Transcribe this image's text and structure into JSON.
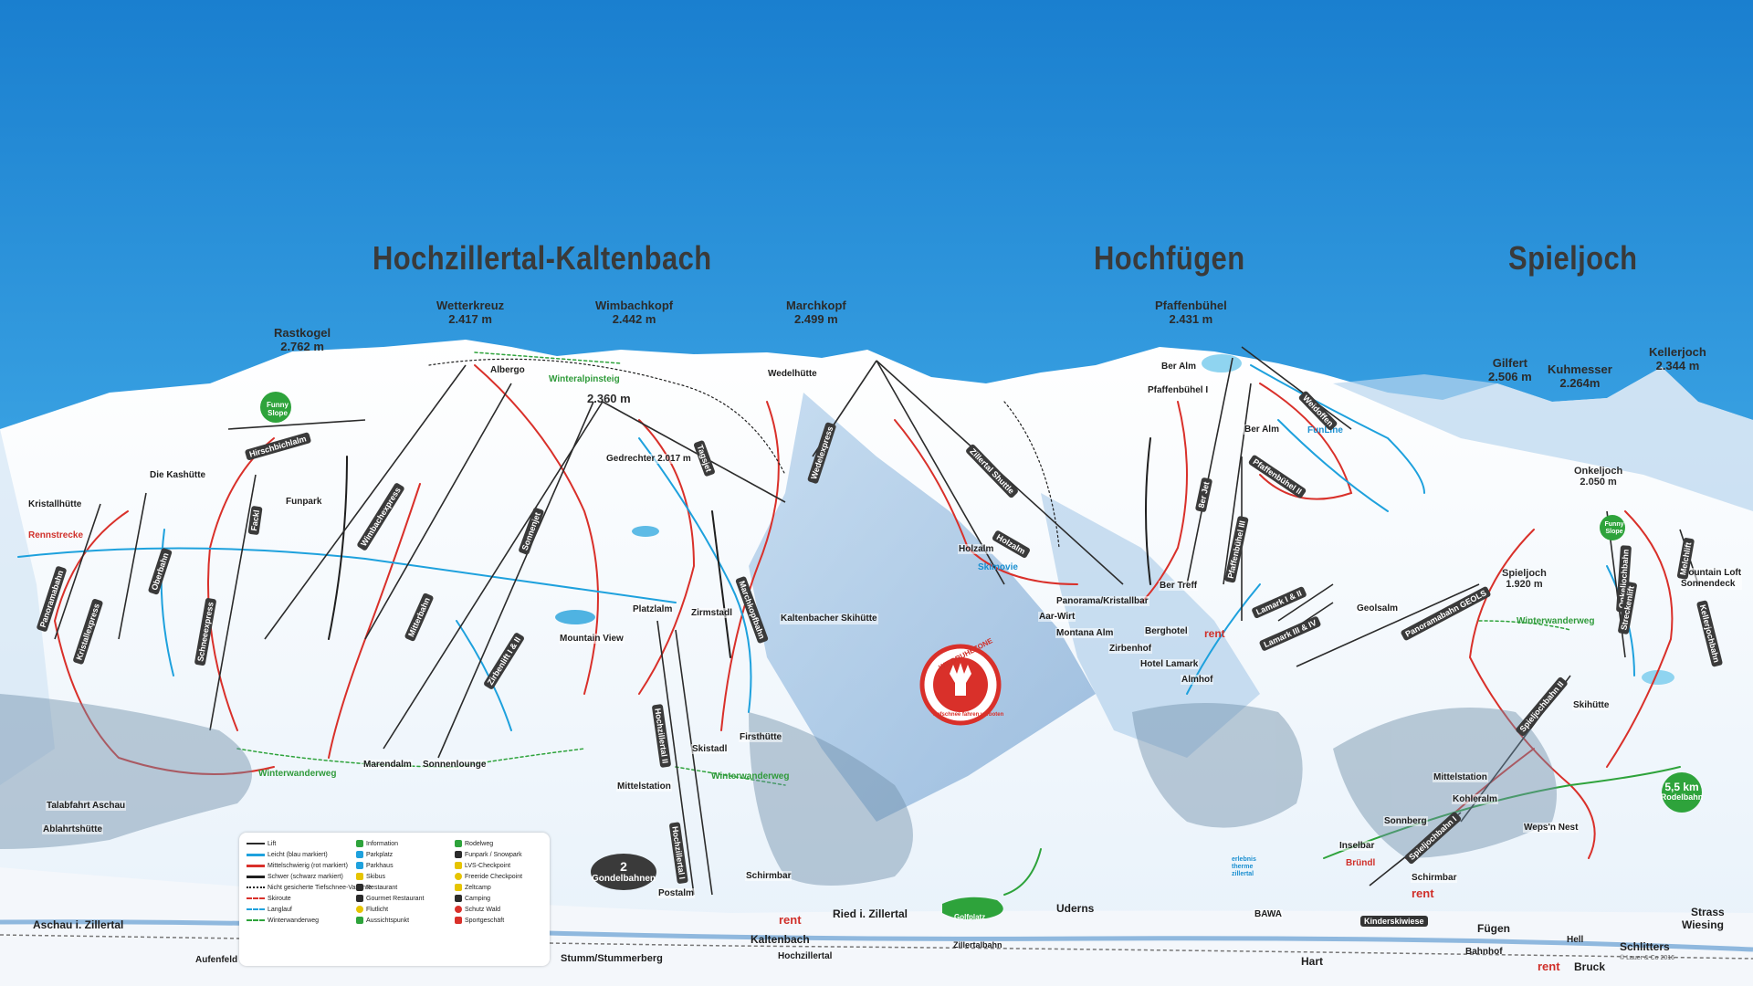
{
  "regions": {
    "kaltenbach": "Hochzillertal-Kaltenbach",
    "hochfuegen": "Hochfügen",
    "spieljoch": "Spieljoch"
  },
  "peaks": {
    "rastkogel": {
      "name": "Rastkogel",
      "alt": "2.762 m"
    },
    "wetterkreuz": {
      "name": "Wetterkreuz",
      "alt": "2.417 m"
    },
    "wimbachkopf": {
      "name": "Wimbachkopf",
      "alt": "2.442 m"
    },
    "marchkopf": {
      "name": "Marchkopf",
      "alt": "2.499 m"
    },
    "pfaffenbuehel": {
      "name": "Pfaffenbühel",
      "alt": "2.431 m"
    },
    "gilfert": {
      "name": "Gilfert",
      "alt": "2.506 m"
    },
    "kuhmesser": {
      "name": "Kuhmesser",
      "alt": "2.264m"
    },
    "kellerjoch": {
      "name": "Kellerjoch",
      "alt": "2.344 m"
    },
    "onkeljoch": {
      "name": "Onkeljoch",
      "alt": "2.050 m"
    },
    "spieljoch": {
      "name": "Spieljoch",
      "alt": "1.920 m"
    },
    "saddle": "2.360 m",
    "gedrechter": "Gedrechter 2.017 m"
  },
  "places": {
    "albergo": "Albergo",
    "wedelhuette": "Wedelhütte",
    "winteralpinsteig": "Winteralpinsteig",
    "kashuette": "Die Kashütte",
    "kristallhuette": "Kristallhütte",
    "rennstrecke": "Rennstrecke",
    "funpark": "Funpark",
    "platzlalm": "Platzlalm",
    "zirmstadl": "Zirmstadl",
    "kaltenbacher_skihuette": "Kaltenbacher Skihütte",
    "mountain_view": "Mountain View",
    "holzalm": "Holzalm",
    "skimovie": "Skimovie",
    "firsthuette": "Firsthütte",
    "skistadl": "Skistadl",
    "marendalm": "Marendalm",
    "sonnenlounge": "Sonnenlounge",
    "winterwanderweg": "Winterwanderweg",
    "talabfahrt": "Talabfahrt Aschau",
    "ablahrtshuette": "Ablahrtshütte",
    "mittelstation": "Mittelstation",
    "postalm": "Postalm",
    "schirmbar": "Schirmbar",
    "ber_alm": "Ber Alm",
    "pfaffenbuehel_i": "Pfaffenbühel I",
    "ber_treff": "Ber Treff",
    "panorama_kristallbar": "Panorama/Kristallbar",
    "aar_wirt": "Aar-Wirt",
    "montana_alm": "Montana Alm",
    "berghotel": "Berghotel",
    "zirbenhof": "Zirbenhof",
    "hotel_lamark": "Hotel Lamark",
    "almhof": "Almhof",
    "geolsalm": "Geolsalm",
    "mountain_loft": "Mountain Loft",
    "sonnendeck": "Sonnendeck",
    "skihuette": "Skihütte",
    "mittelstation_sp": "Mittelstation",
    "kohleralm": "Kohleralm",
    "sonnberg": "Sonnberg",
    "wegs_n_nest": "Weps'n Nest",
    "inselbar": "Inselbar",
    "schirmbar_sp": "Schirmbar",
    "kinderskiwiese": "Kinderskiwiese",
    "bawa": "BAWA",
    "golfplatz": "Golfplatz",
    "funny_slope": "Funny Slope",
    "funny_slope_2": "Funny Slope",
    "fun_line": "FunLine",
    "rent1": "rent",
    "rent2": "rent",
    "rent3": "rent",
    "rent4": "rent",
    "wildruhezone": "WILDRUHEZONE",
    "wildruhezone_sub": "Tiefschnee fahren verboten",
    "bruendl": "Bründl",
    "erlebnistherme": "erlebnis therme zillertal"
  },
  "towns": {
    "aschau": "Aschau i. Zillertal",
    "aufenfeld": "Aufenfeld",
    "kaltenbach": "Kaltenbach",
    "ried": "Ried i. Zillertal",
    "stumm": "Stumm/Stummerberg",
    "hochzillertal": "Hochzillertal",
    "zillertalbahn": "Zillertalbahn",
    "uderns": "Uderns",
    "hart": "Hart",
    "fuegen": "Fügen",
    "bahnhof": "Bahnhof",
    "bruck": "Bruck",
    "hell": "Hell",
    "schlitters": "Schlitters",
    "strass": "Strass",
    "wiesing": "Wiesing"
  },
  "lifts": {
    "hirschbichlalm": "Hirschbichlalm",
    "wimbachexpress": "Wimbachexpress",
    "sonnenjet": "Sonnenjet",
    "kristallexpress": "Kristallexpress",
    "schneeexpress": "Schneeexpress",
    "oberbahn": "Oberbahn",
    "panoramabahn_k": "Panoramabahn",
    "mitterbahn": "Mitterbahn",
    "zirbenjet": "Zirbenlift I & II",
    "fackl": "Fackl",
    "tagsjet": "Tagsjet",
    "wedelexpress": "Wedelexpress",
    "marchkopfbahn": "Marchkopfbahn",
    "zillertal_shuttle": "Zillertal Shuttle",
    "holzalm_lift": "Holzalm",
    "hochzillertal_ii": "Hochzillertal II",
    "hochzillertal_i": "Hochzillertal I",
    "ber_jet": "8er Jet",
    "pfaffenbuehel_ii": "Pfaffenbühel II",
    "pfaffenbuehel_iii": "Pfaffenbühel III",
    "weidoffen": "Weidoffen",
    "lamark_12": "Lamark I & II",
    "lamark_34": "Lamark III & IV",
    "panoramabahn_geols": "Panoramabahn GEOLS",
    "onkeljochbahn": "Onkeljochbahn",
    "kellerjochbahn": "Kellerjochbahn",
    "spieljochbahn_ii": "Spieljochbahn II",
    "spieljochbahn_i": "Spieljochbahn I",
    "melchlift": "Melchlift",
    "streckenlift": "Streckenlift"
  },
  "callouts": {
    "gondel_num": "2",
    "gondel_label": "Gondelbahnen",
    "rodel_km": "5,5 km",
    "rodel_label": "Rodelbahn"
  },
  "legend": {
    "lift": "Lift",
    "easy": "Leicht (blau markiert)",
    "medium": "Mittelschwierig (rot markiert)",
    "hard": "Schwer (schwarz markiert)",
    "freeride": "Nicht gesicherte Tiefschnee-Variante",
    "skiroute": "Skiroute",
    "langlauf": "Langlauf",
    "winterwanderweg": "Winterwanderweg",
    "info": "Information",
    "parkplatz": "Parkplatz",
    "parkhaus": "Parkhaus",
    "skibus": "Skibus",
    "restaurant": "Restaurant",
    "gourmet": "Gourmet Restaurant",
    "flutlicht": "Flutlicht",
    "aussicht": "Aussichtspunkt",
    "rodelweg": "Rodelweg",
    "funpark": "Funpark / Snowpark",
    "lvs": "LVS-Checkpoint",
    "freeride_check": "Freeride Checkpoint",
    "zeltcamp": "Zeltcamp",
    "camping": "Camping",
    "schutzwald": "Schutz Wald",
    "sportgeschaft": "Sportgeschäft"
  },
  "copyright": "© Lauer & Co 2016",
  "colors": {
    "sky_top": "#1a7fcf",
    "sky_bottom": "#d9f0fb",
    "piste_red": "#d9302a",
    "piste_blue": "#1ea1dd",
    "piste_black": "#1f1f1f",
    "green": "#2ea33b"
  }
}
